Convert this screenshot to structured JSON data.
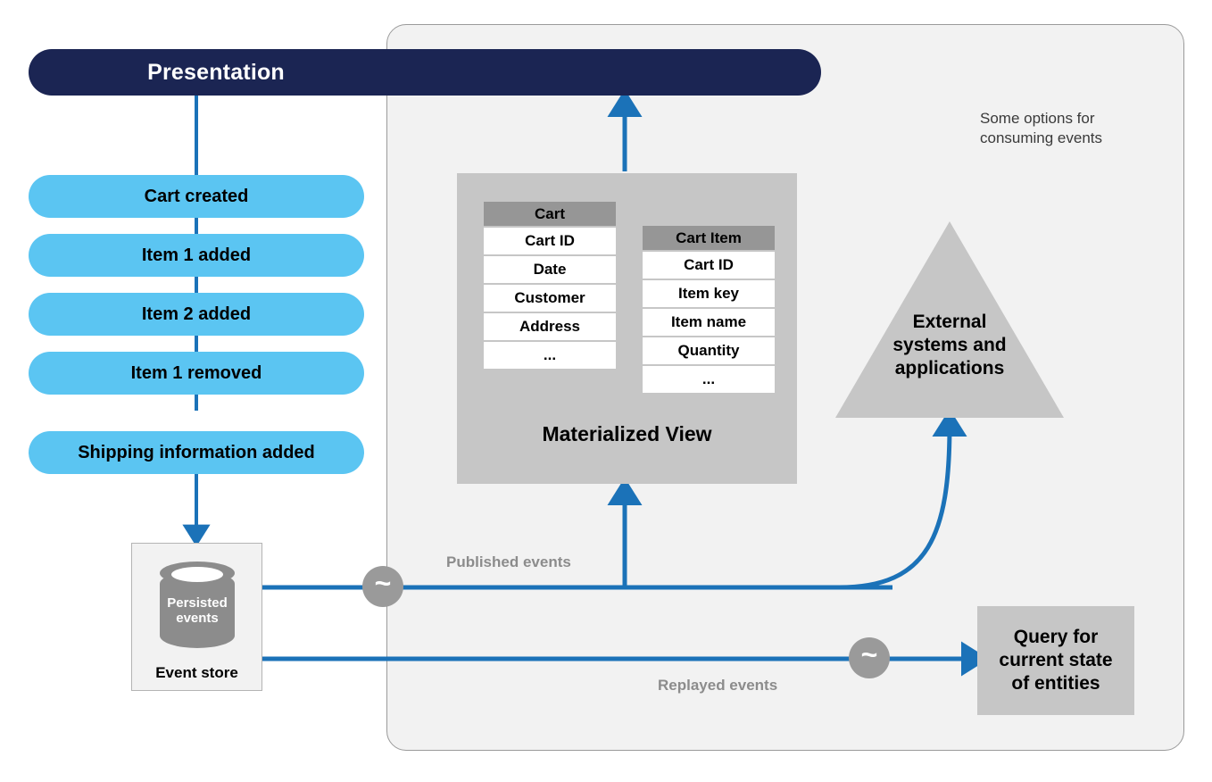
{
  "colors": {
    "navy": "#1b2553",
    "pill_blue": "#5bc5f2",
    "arrow_blue": "#1b72b8",
    "panel_gray": "#c6c6c6",
    "header_gray": "#969696",
    "container_gray": "#f2f2f2",
    "badge_gray": "#9a9a9a",
    "label_gray": "#8c8c8c"
  },
  "presentation": {
    "label": "Presentation"
  },
  "events": {
    "pills": [
      {
        "label": "Cart created"
      },
      {
        "label": "Item 1 added"
      },
      {
        "label": "Item 2 added"
      },
      {
        "label": "Item 1 removed"
      },
      {
        "label": "Shipping information added"
      }
    ]
  },
  "event_store": {
    "box_label": "Event store",
    "cylinder_label": "Persisted\nevents",
    "cylinder_line1": "Persisted",
    "cylinder_line2": "events"
  },
  "materialized_view": {
    "title": "Materialized View",
    "tables": [
      {
        "name": "Cart",
        "header": "Cart",
        "rows": [
          "Cart ID",
          "Date",
          "Customer",
          "Address",
          "..."
        ]
      },
      {
        "name": "Cart Item",
        "header": "Cart Item",
        "rows": [
          "Cart ID",
          "Item key",
          "Item name",
          "Quantity",
          "..."
        ]
      }
    ]
  },
  "external_systems": {
    "line1": "External",
    "line2": "systems and",
    "line3": "applications"
  },
  "query_box": {
    "line1": "Query for",
    "line2": "current state",
    "line3": "of entities"
  },
  "flows": {
    "published_label": "Published events",
    "replayed_label": "Replayed events",
    "badge_glyph": "~"
  },
  "note": {
    "line1": "Some options for",
    "line2": "consuming events"
  }
}
